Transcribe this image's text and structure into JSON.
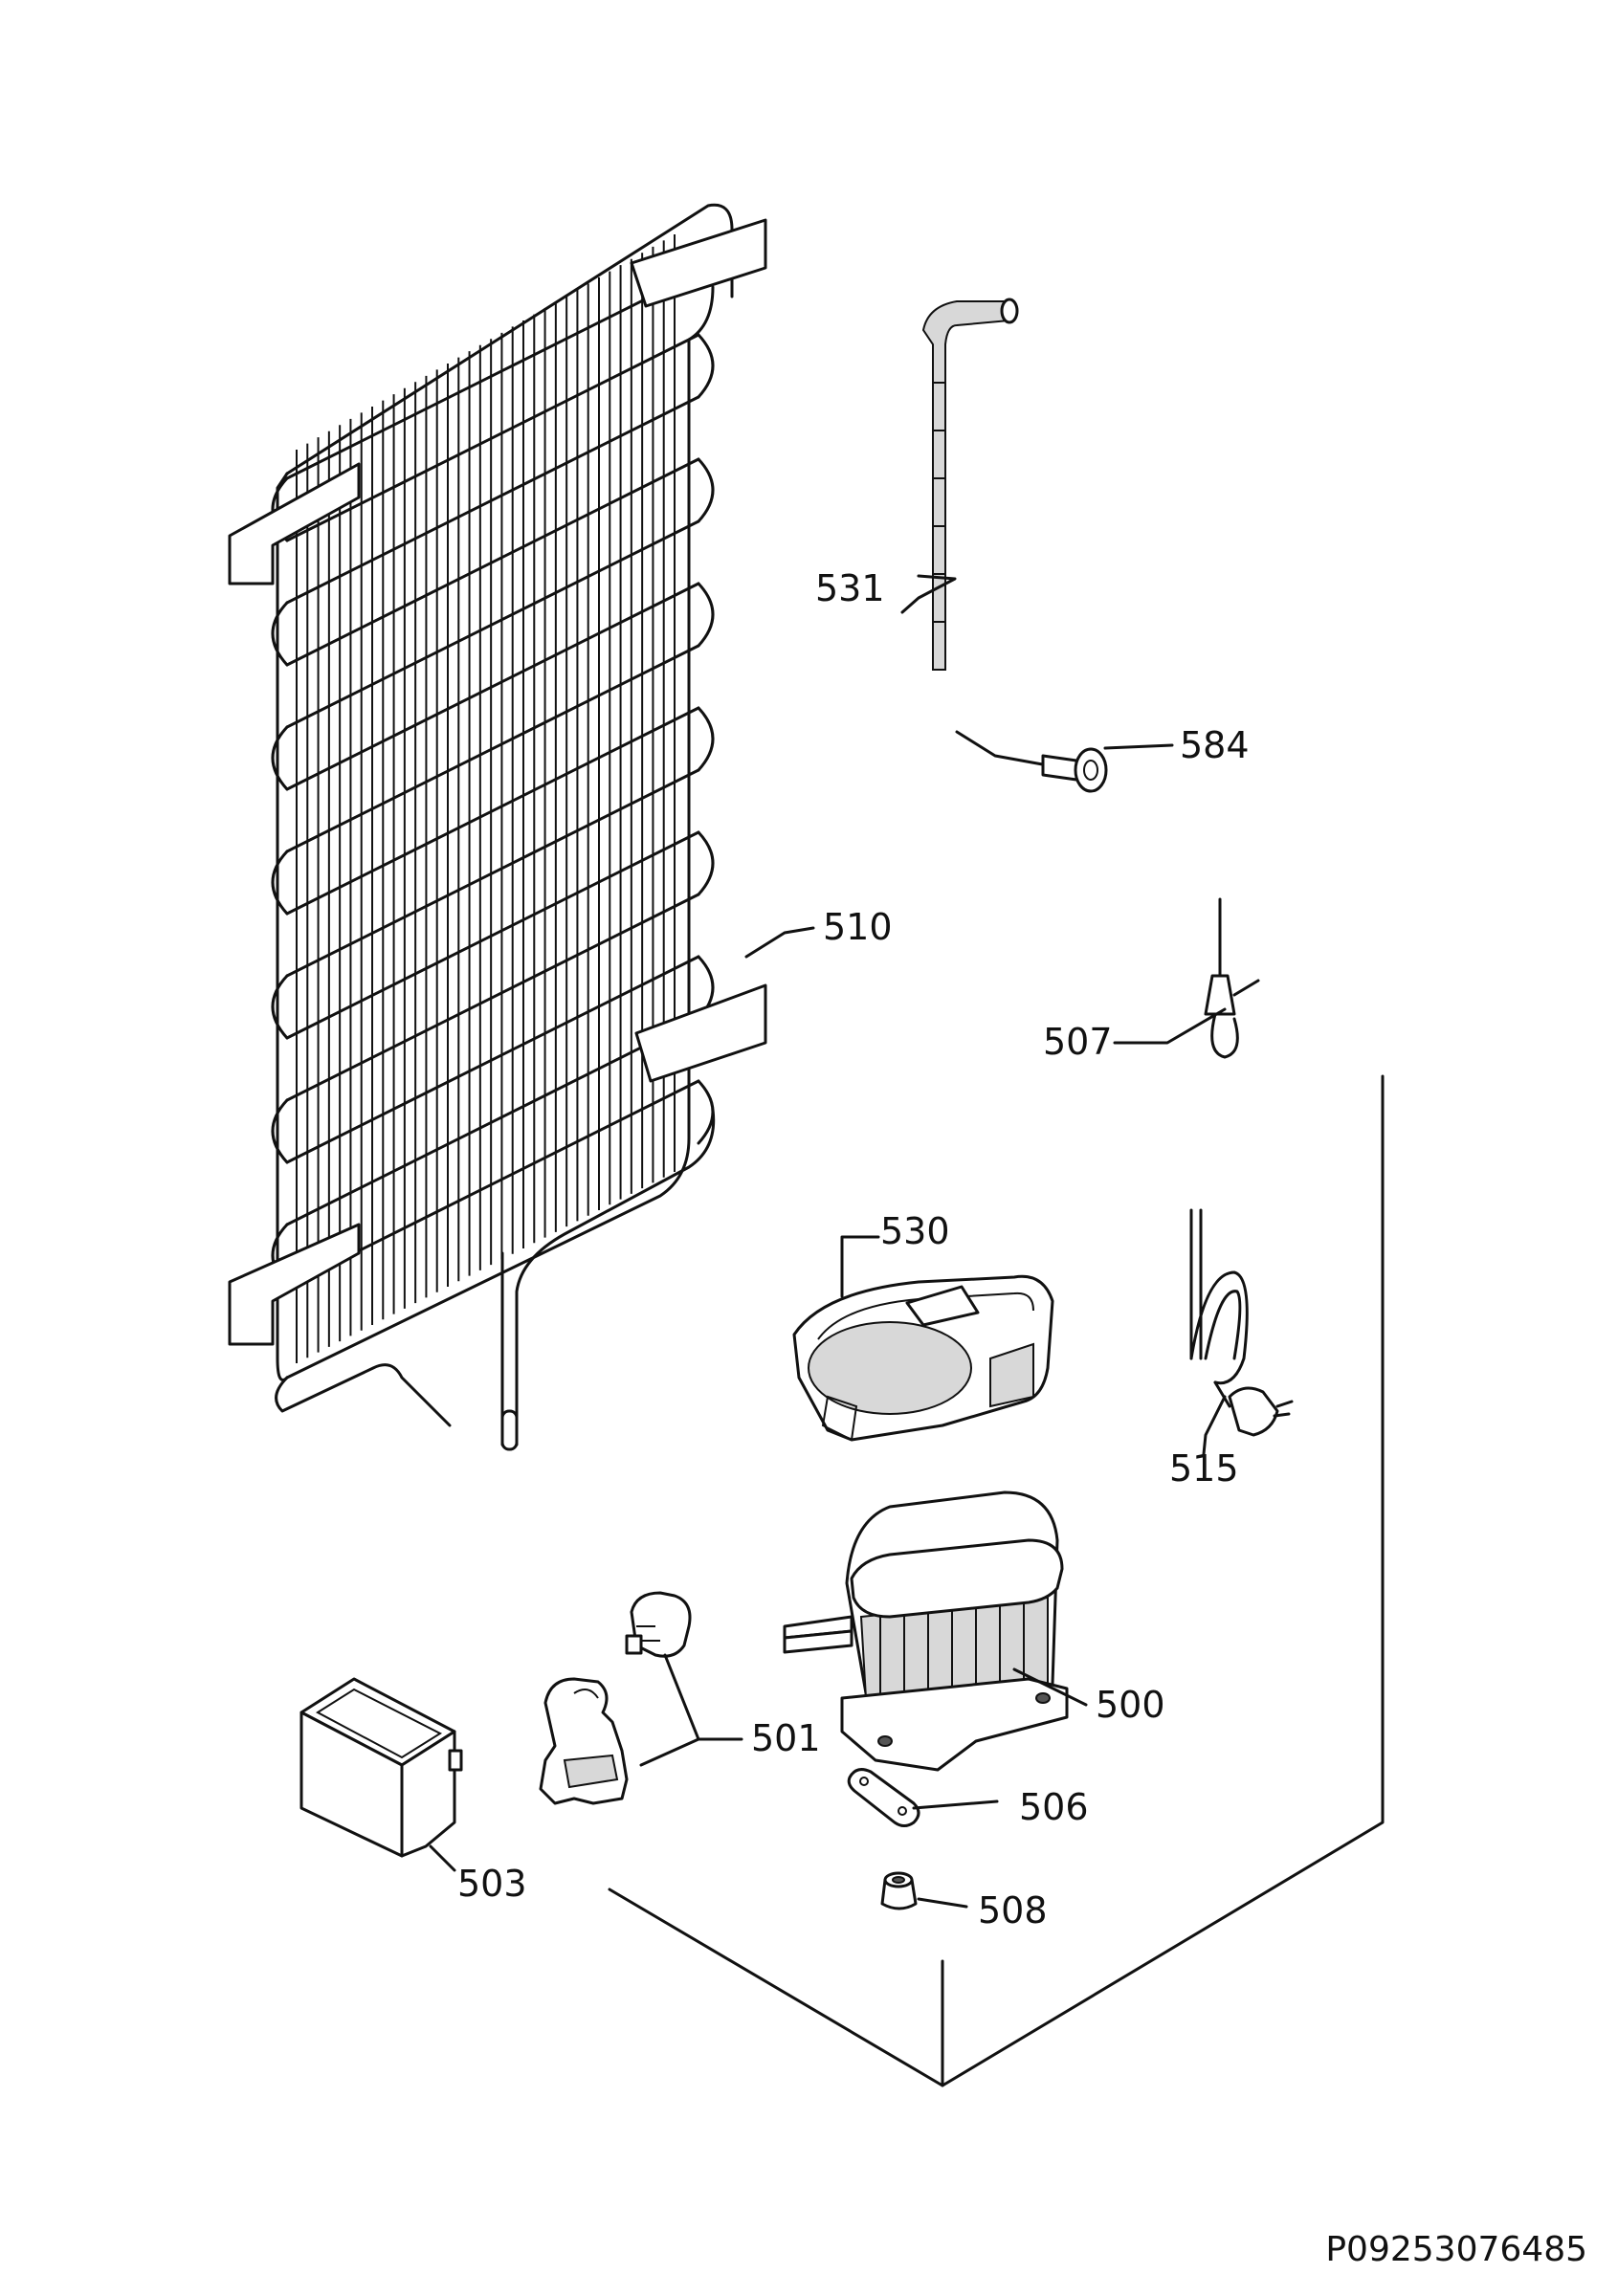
{
  "parts": [
    {
      "id": "p510",
      "number": "510",
      "icon": "condenser-icon"
    },
    {
      "id": "p531",
      "number": "531",
      "icon": "drain-hose-icon"
    },
    {
      "id": "p584",
      "number": "584",
      "icon": "sensor-cable-icon"
    },
    {
      "id": "p507",
      "number": "507",
      "icon": "filter-drier-icon"
    },
    {
      "id": "p530",
      "number": "530",
      "icon": "drip-tray-icon"
    },
    {
      "id": "p515",
      "number": "515",
      "icon": "power-cord-icon"
    },
    {
      "id": "p500",
      "number": "500",
      "icon": "compressor-icon"
    },
    {
      "id": "p501",
      "number": "501",
      "icon": "relay-icon"
    },
    {
      "id": "p503",
      "number": "503",
      "icon": "cover-box-icon"
    },
    {
      "id": "p506",
      "number": "506",
      "icon": "clip-icon"
    },
    {
      "id": "p508",
      "number": "508",
      "icon": "grommet-icon"
    }
  ],
  "document_id": "P09253076485"
}
